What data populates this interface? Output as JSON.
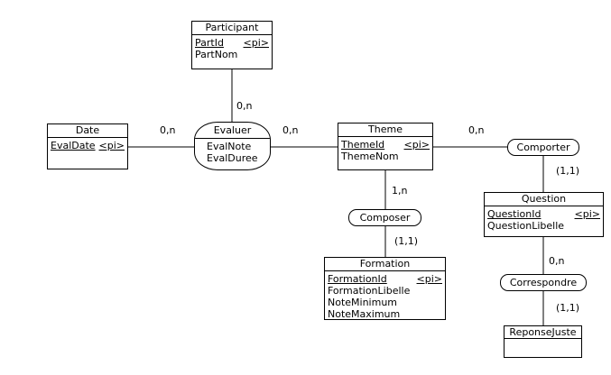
{
  "entities": {
    "participant": {
      "title": "Participant",
      "attrs": [
        {
          "name": "PartId",
          "tag": "<pi>"
        },
        {
          "name": "PartNom"
        }
      ]
    },
    "date": {
      "title": "Date",
      "attrs": [
        {
          "name": "EvalDate",
          "tag": "<pi>"
        }
      ]
    },
    "theme": {
      "title": "Theme",
      "attrs": [
        {
          "name": "ThemeId",
          "tag": "<pi>"
        },
        {
          "name": "ThemeNom"
        }
      ]
    },
    "question": {
      "title": "Question",
      "attrs": [
        {
          "name": "QuestionId",
          "tag": "<pi>"
        },
        {
          "name": "QuestionLibelle"
        }
      ]
    },
    "formation": {
      "title": "Formation",
      "attrs": [
        {
          "name": "FormationId",
          "tag": "<pi>"
        },
        {
          "name": "FormationLibelle"
        },
        {
          "name": "NoteMinimum"
        },
        {
          "name": "NoteMaximum"
        }
      ]
    },
    "reponse_juste": {
      "title": "ReponseJuste",
      "attrs": []
    }
  },
  "relationships": {
    "evaluer": {
      "title": "Evaluer",
      "attrs": [
        {
          "name": "EvalNote"
        },
        {
          "name": "EvalDuree"
        }
      ]
    },
    "comporter": {
      "title": "Comporter"
    },
    "composer": {
      "title": "Composer"
    },
    "correspondre": {
      "title": "Correspondre"
    }
  },
  "cardinalities": {
    "participant_evaluer": "0,n",
    "date_evaluer": "0,n",
    "evaluer_theme": "0,n",
    "theme_comporter": "0,n",
    "comporter_question": "(1,1)",
    "theme_composer": "1,n",
    "composer_formation": "(1,1)",
    "question_correspondre": "0,n",
    "correspondre_reponse_juste": "(1,1)"
  },
  "colors": {
    "line": "#000000",
    "text": "#000000",
    "shape_fill": "#ffffff",
    "background": "#ffffff"
  }
}
